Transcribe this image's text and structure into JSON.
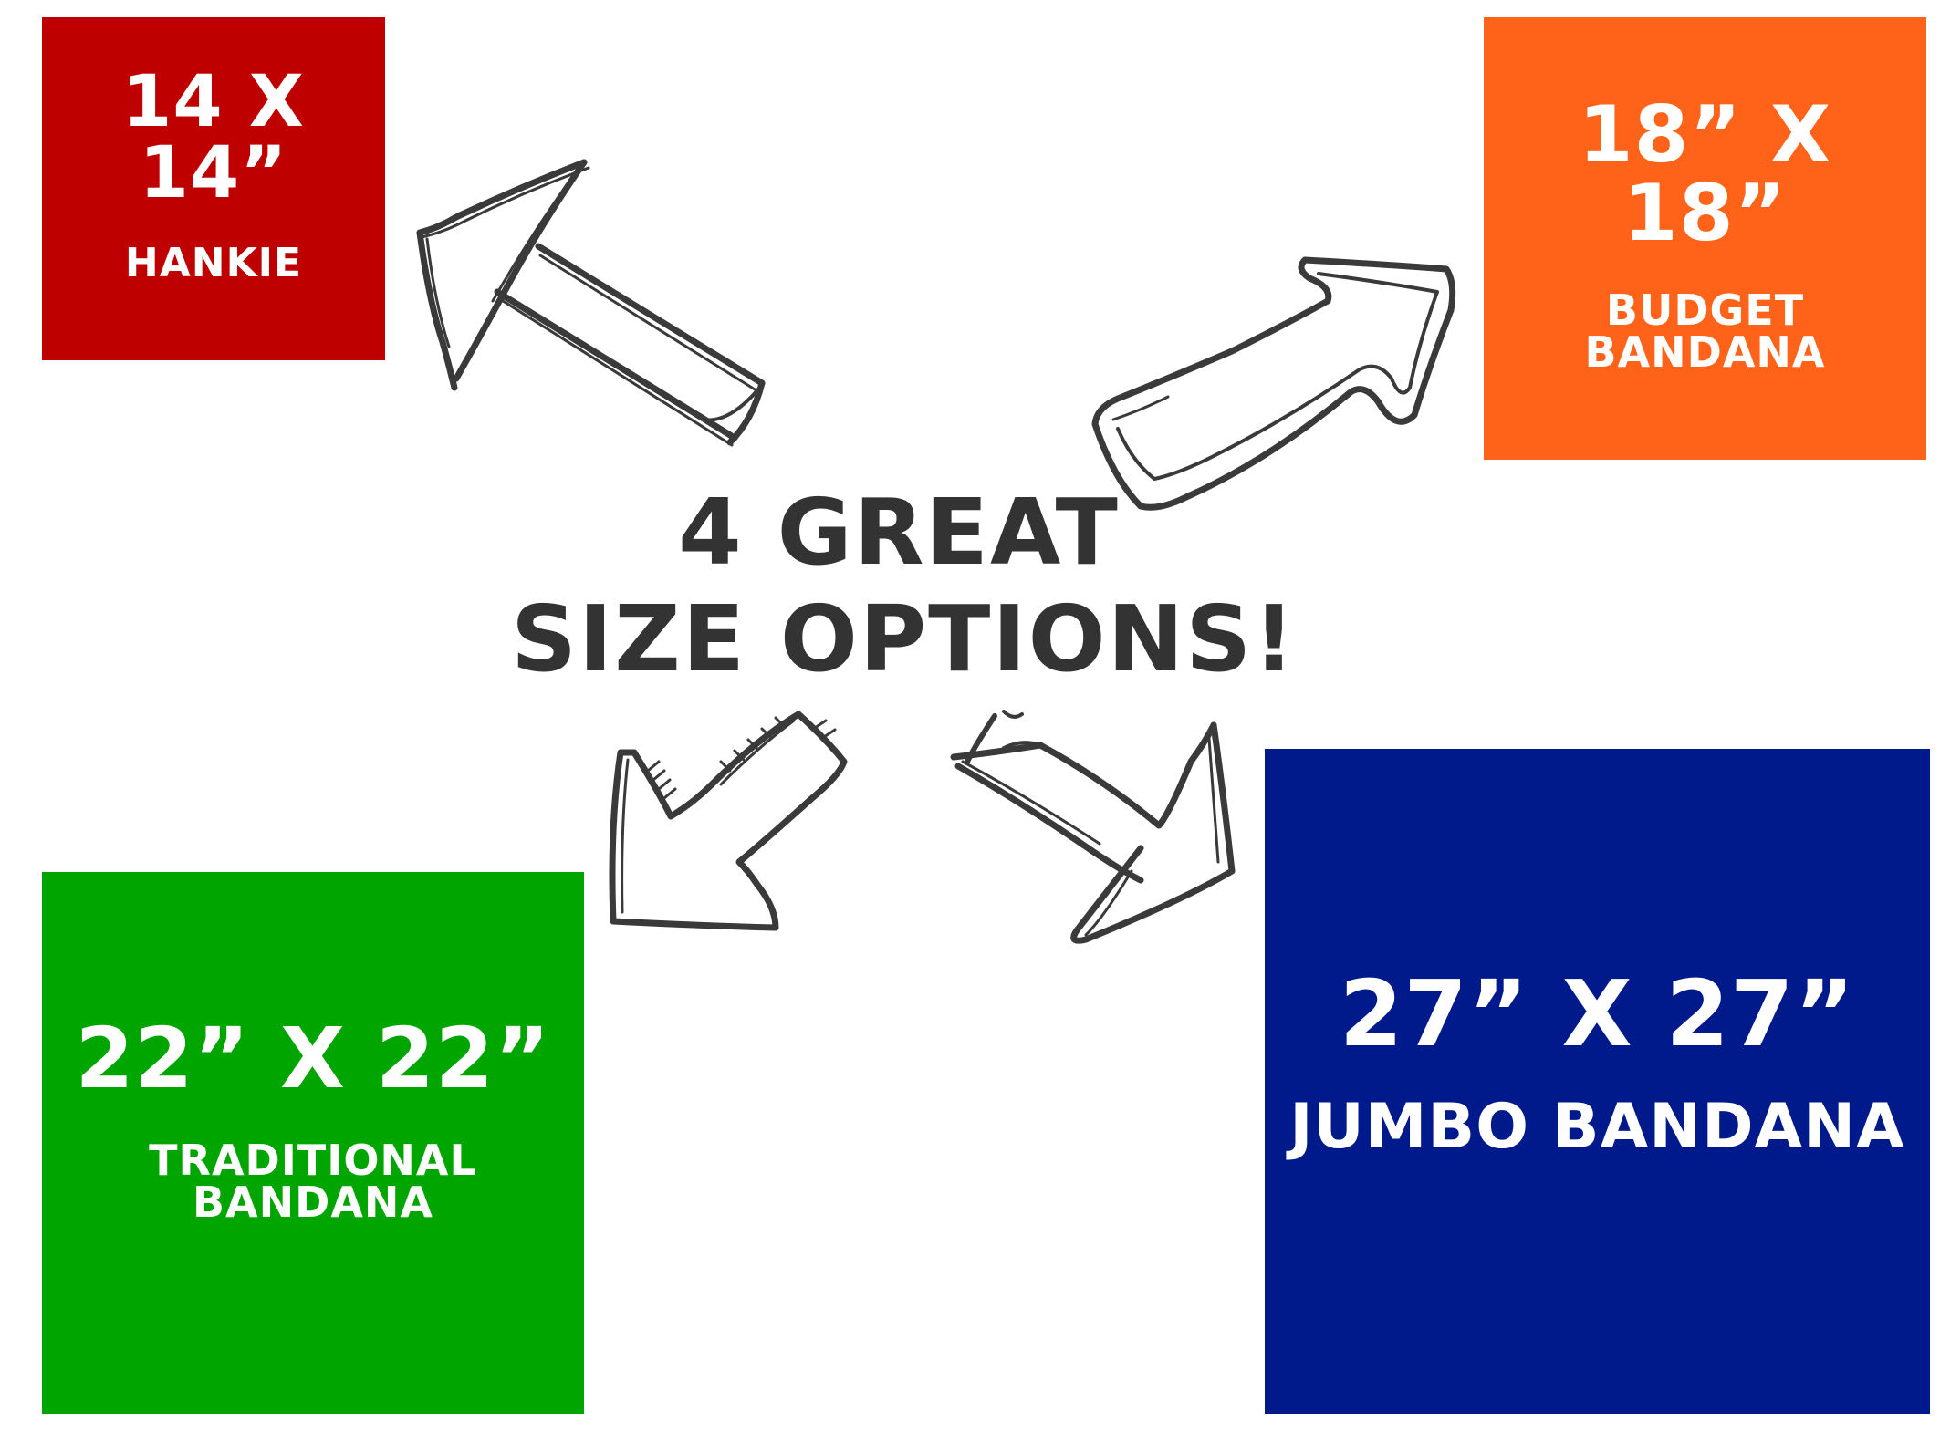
{
  "headline": {
    "line1": "4 GREAT",
    "line2": "SIZE OPTIONS!"
  },
  "cards": {
    "hankie": {
      "size": "14 X 14”",
      "name": "HANKIE",
      "color": "#BF0000"
    },
    "budget": {
      "size": "18” X 18”",
      "name": "BUDGET BANDANA",
      "color": "#FF6319"
    },
    "traditional": {
      "size": "22” X 22”",
      "name": "TRADITIONAL BANDANA",
      "color": "#00A500"
    },
    "jumbo": {
      "size": "27” X 27”",
      "name": "JUMBO BANDANA",
      "color": "#001A8C"
    }
  },
  "arrows": {
    "icon_names": [
      "arrow-up-left-icon",
      "arrow-up-right-icon",
      "arrow-down-left-icon",
      "arrow-down-right-icon"
    ],
    "stroke_color": "#3A3A3A"
  }
}
